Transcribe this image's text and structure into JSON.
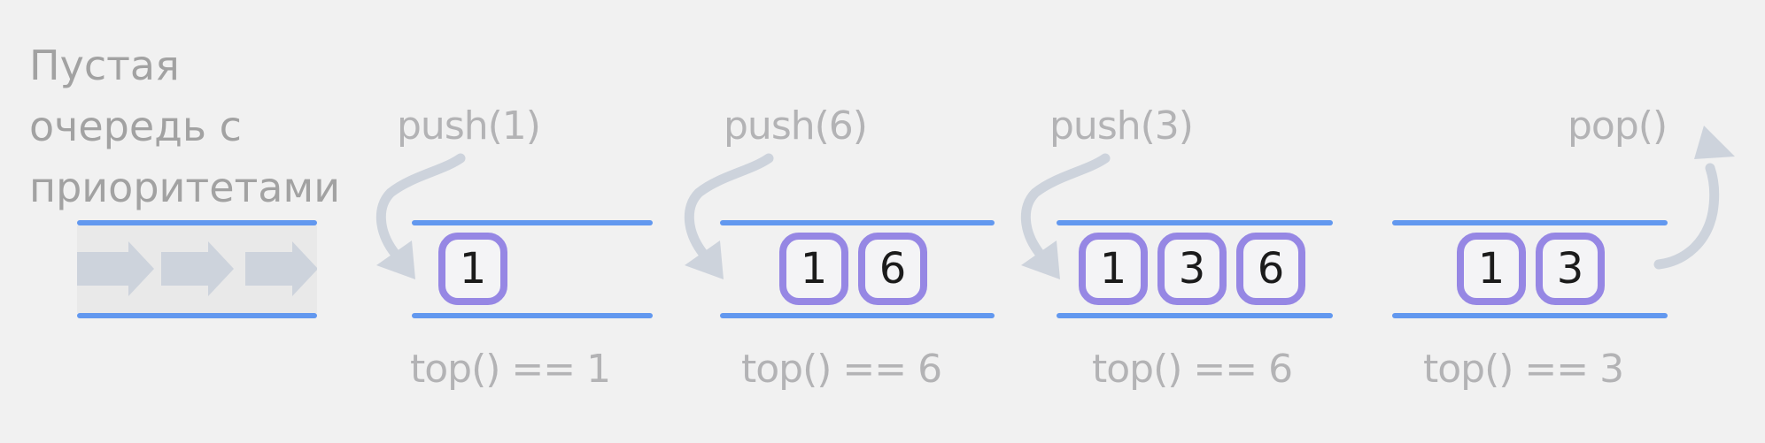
{
  "colors": {
    "background": "#f1f1f1",
    "queue_line": "#6298ef",
    "cell_border": "#9687e4",
    "cell_fill": "#f4f4f6",
    "cell_text": "#1b1b1b",
    "title_text": "#a2a2a2",
    "label_text": "#b3b3b5",
    "arrow": "#cdd3dc",
    "band_fill": "#e9e9e9"
  },
  "intro": {
    "title": "Пустая очередь с приоритетами",
    "title_lines": [
      "Пустая",
      "очередь с",
      "приоритетами"
    ]
  },
  "icons": {
    "flow_arrows": "three-right-block-arrows",
    "push_arrow": "curved-arrow-into-queue",
    "pop_arrow": "curved-arrow-out-of-queue"
  },
  "steps": [
    {
      "operation": "push(1)",
      "items": [
        "1"
      ],
      "caption": "top() == 1"
    },
    {
      "operation": "push(6)",
      "items": [
        "1",
        "6"
      ],
      "caption": "top() == 6"
    },
    {
      "operation": "push(3)",
      "items": [
        "1",
        "3",
        "6"
      ],
      "caption": "top() == 6"
    },
    {
      "operation": "pop()",
      "items": [
        "1",
        "3"
      ],
      "caption": "top() == 3"
    }
  ]
}
